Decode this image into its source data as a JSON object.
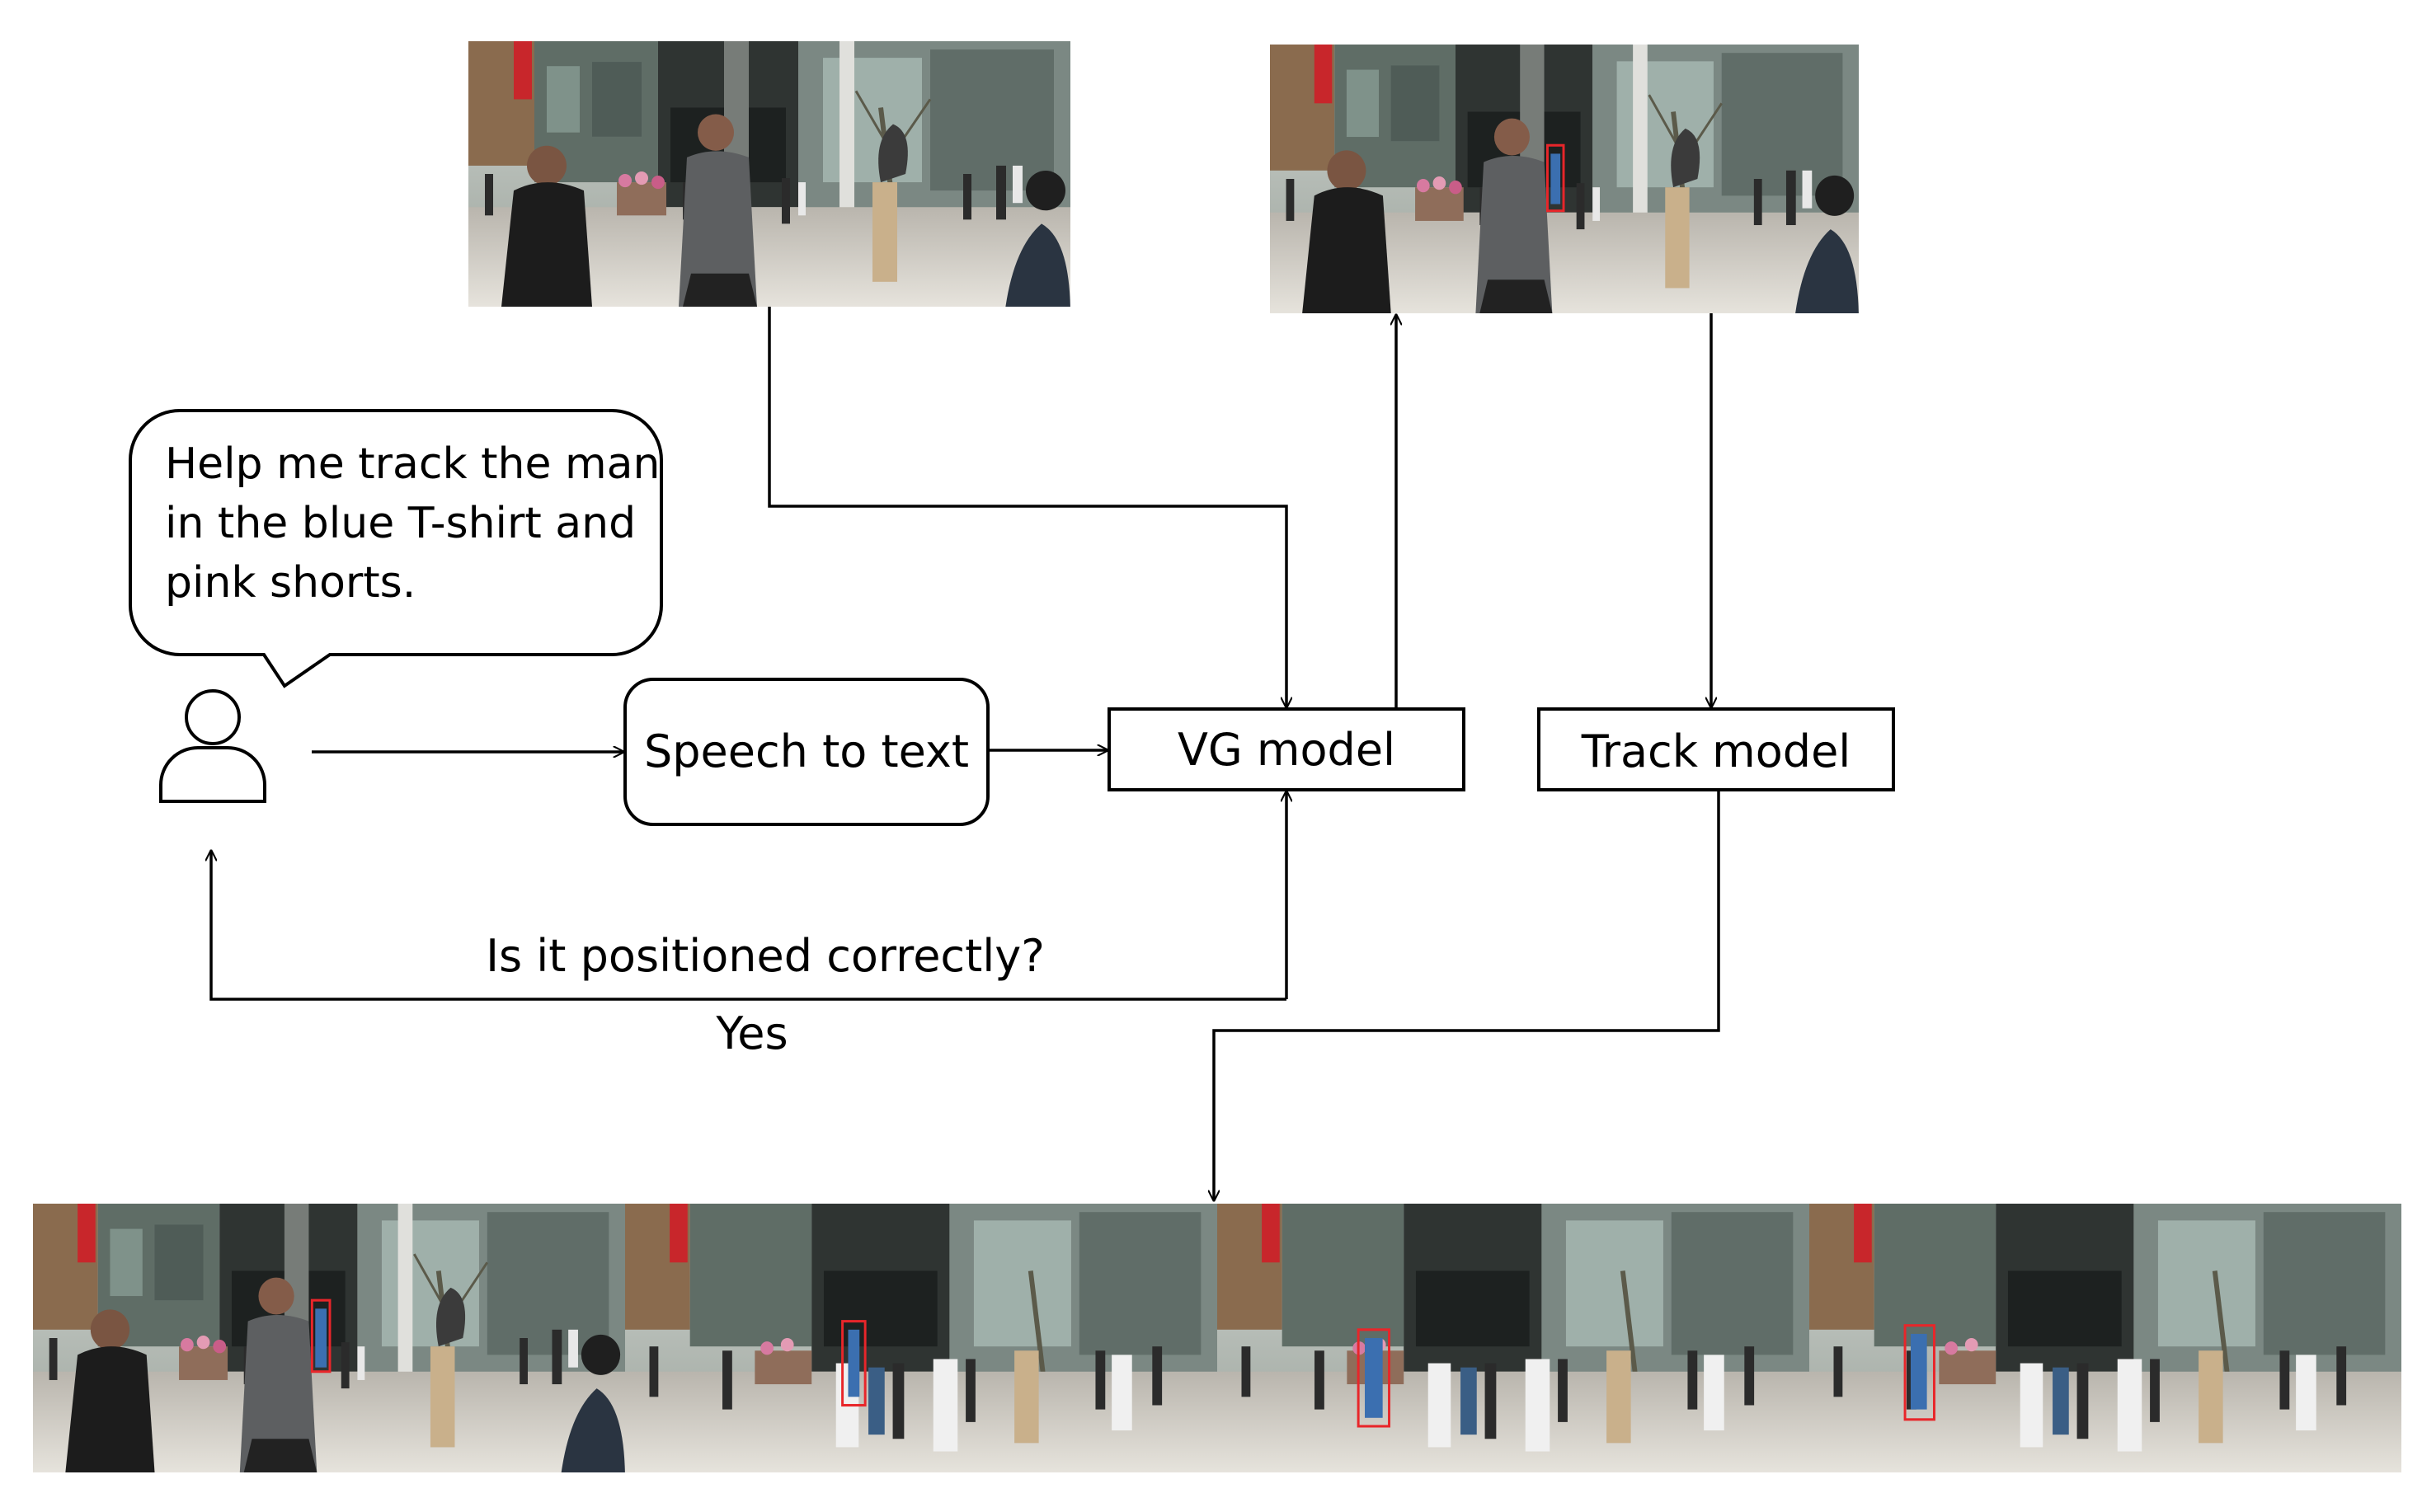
{
  "speech_bubble": {
    "lines": [
      "Help me track the man",
      "in the blue T-shirt and",
      "pink shorts."
    ]
  },
  "boxes": {
    "speech_to_text": "Speech to text",
    "vg_model": "VG model",
    "track_model": "Track model"
  },
  "labels": {
    "question": "Is it positioned correctly?",
    "answer": "Yes"
  },
  "colors": {
    "line": "#000000",
    "highlight_box": "#e8262a"
  },
  "icons": {
    "user": "person-icon"
  }
}
